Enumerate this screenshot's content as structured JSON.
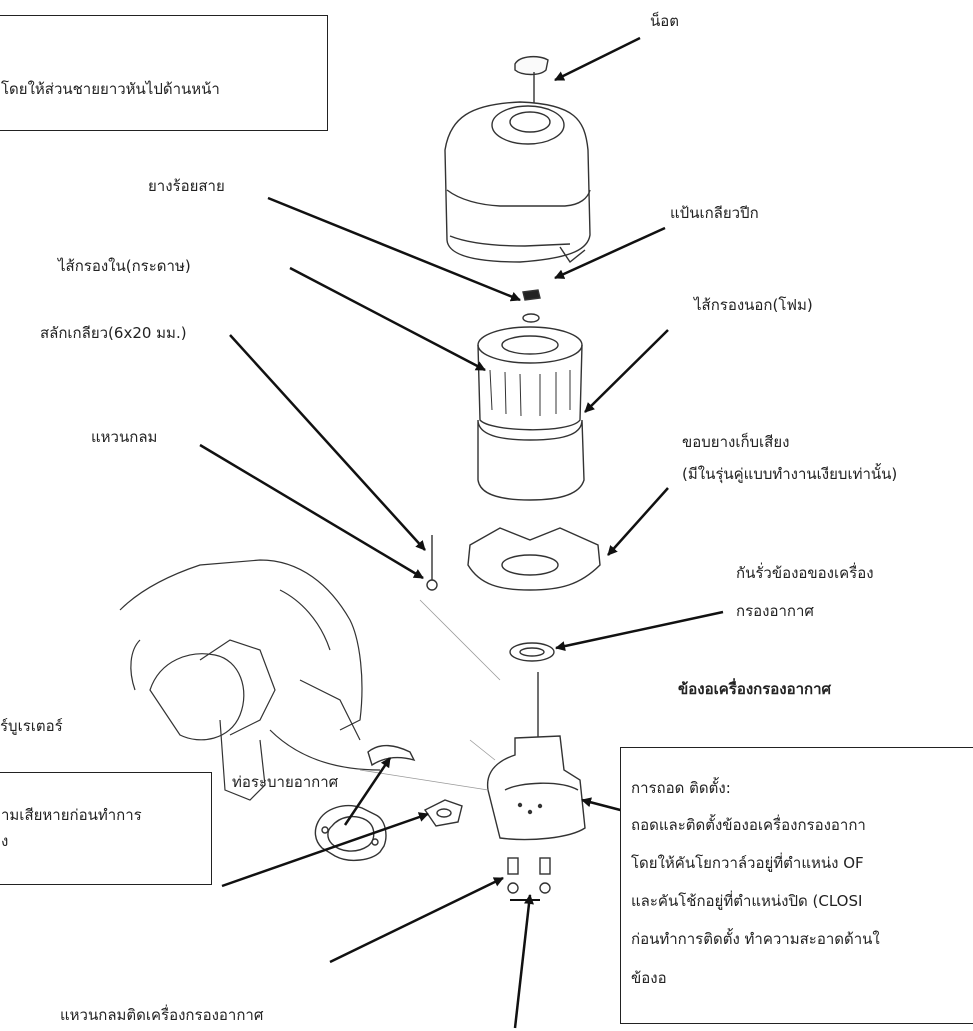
{
  "labels": {
    "nut": "น็อต",
    "grommet": "ยางร้อยสาย",
    "wing_nut": "แป้นเกลียวปีก",
    "inner_filter": "ไส้กรองใน(กระดาษ)",
    "outer_filter": "ไส้กรองนอก(โฟม)",
    "stud_bolt": "สลักเกลียว(6x20 มม.)",
    "washer": "แหวนกลม",
    "sound_seal_1": "ขอบยางเก็บเสียง",
    "sound_seal_2": "(มีในรุ่นคู่แบบทำงานเงียบเท่านั้น)",
    "elbow_seal_1": "กันรั่วข้องอของเครื่อง",
    "elbow_seal_2": "กรองอากาศ",
    "elbow_title": "ข้องอเครื่องกรองอากาศ",
    "carburetor": "ร์บูเรเตอร์",
    "breather_tube": "ท่อระบายอากาศ",
    "filter_washer": "แหวนกลมติดเครื่องกรองอากาศ"
  },
  "notes": {
    "top_left": "โดยให้ส่วนชายยาวหันไปด้านหน้า",
    "gasket_line1": "ามเสียหายก่อนทำการ",
    "gasket_line2": "ง",
    "removal": [
      "การถอด ติดตั้ง:",
      "ถอดและติดตั้งข้องอเครื่องกรองอากา",
      "โดยให้คันโยกวาล์วอยู่ที่ตำแหน่ง OF",
      "และคันโช้กอยู่ที่ตำแหน่งปิด (CLOSI",
      "ก่อนทำการติดตั้ง ทำความสะอาดด้านใ",
      "ข้องอ"
    ]
  }
}
